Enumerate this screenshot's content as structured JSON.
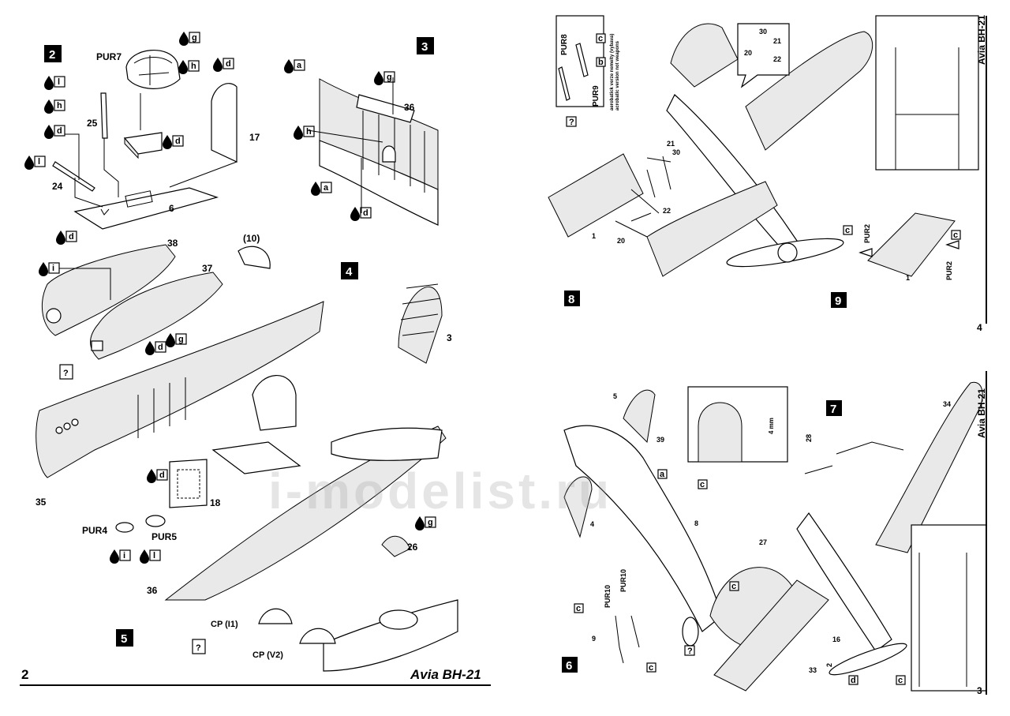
{
  "left_page": {
    "page_number": "2",
    "title": "Avia BH-21",
    "steps": [
      "2",
      "3",
      "4",
      "5"
    ],
    "part_labels": {
      "pur7": "PUR7",
      "p25": "25",
      "p24": "24",
      "p17": "17",
      "p6": "6",
      "p36_top": "36",
      "p38": "38",
      "p37": "37",
      "p10": "(10)",
      "p3": "3",
      "p18": "18",
      "p35": "35",
      "pur4": "PUR4",
      "pur5": "PUR5",
      "p36_bottom": "36",
      "p26": "26",
      "cp_i1": "CP (I1)",
      "cp_v2": "CP (V2)"
    },
    "paint_codes": {
      "g1": "g",
      "h1": "h",
      "l1": "l",
      "h2": "h",
      "d1": "d",
      "d2": "d",
      "l2": "l",
      "d3": "d",
      "d4": "d",
      "a1": "a",
      "g2": "g",
      "h3": "h",
      "a2": "a",
      "d5": "d",
      "i1": "i",
      "d6": "d",
      "g3": "g",
      "d7": "d",
      "i2": "i",
      "l3": "l",
      "g4": "g"
    },
    "question": "?"
  },
  "right_page": {
    "page_number_top": "4",
    "page_number_bottom": "3",
    "title_top": "Avia BH-21",
    "title_bottom": "Avia BH-21",
    "steps": [
      "8",
      "9",
      "6",
      "7"
    ],
    "note_line1": "aerobatick verze nemelty (vybava)",
    "note_line2": "acrobatic version not weapons",
    "part_labels": {
      "pur8": "PUR8",
      "pur9": "PUR9",
      "p30": "30",
      "p21": "21",
      "p22": "22",
      "p20": "20",
      "p1": "1",
      "pur2_a": "PUR2",
      "pur2_b": "PUR2",
      "p1b": "1",
      "p5": "5",
      "p39": "39",
      "mm4": "4 mm",
      "p34": "34",
      "p28": "28",
      "p4": "4",
      "p8": "8",
      "p27": "27",
      "pur10_a": "PUR10",
      "pur10_b": "PUR10",
      "p9": "9",
      "p33": "33",
      "p16": "16",
      "p2": "2"
    },
    "paint_codes": {
      "c1": "c",
      "b1": "b",
      "c2": "c",
      "c3": "c",
      "a1": "a",
      "c4": "c",
      "c5": "c",
      "c6": "c",
      "c7": "c",
      "d1": "d",
      "c8": "c",
      "q1": "?"
    },
    "question": "?"
  },
  "watermark": "i-modelist.ru"
}
